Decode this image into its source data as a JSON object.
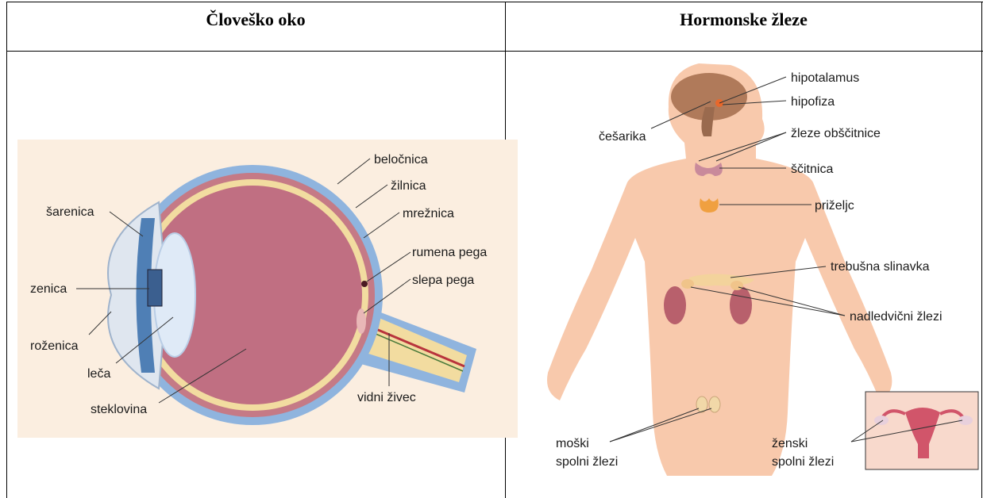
{
  "table": {
    "left_header": "Človeško oko",
    "right_header": "Hormonske žleze"
  },
  "eye_labels": {
    "belocnica": "beločnica",
    "zilnica": "žilnica",
    "mreznica": "mrežnica",
    "rumena_pega": "rumena pega",
    "slepa_pega": "slepa pega",
    "vidni_zivec": "vidni živec",
    "sarenica": "šarenica",
    "zenica": "zenica",
    "rozenica": "roženica",
    "leca": "leča",
    "steklovina": "steklovina"
  },
  "gland_labels": {
    "hipotalamus": "hipotalamus",
    "hipofiza": "hipofiza",
    "cesarika": "češarika",
    "zleze_obscitnice": "žleze obščitnice",
    "scitnica": "ščitnica",
    "prizeljc": "priželjc",
    "trebusna_slinavka": "trebušna slinavka",
    "nadledvicni_zlezi": "nadledvični žlezi",
    "moski_line1": "moški",
    "moski_line2": "spolni žlezi",
    "zenski_line1": "ženski",
    "zenski_line2": "spolni žlezi"
  },
  "colors": {
    "sclera_blue": "#8fb4de",
    "choroid_pink": "#c57a86",
    "vitreous": "#c06f82",
    "retina_yellow": "#f2dca0",
    "skin": "#f8c9ac",
    "eye_bg": "#fbeee0"
  }
}
